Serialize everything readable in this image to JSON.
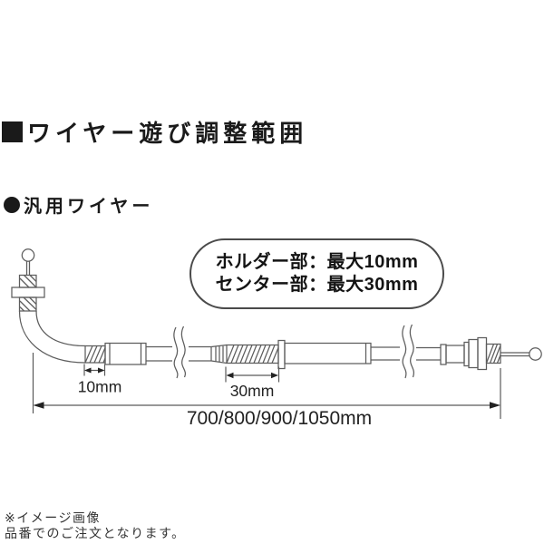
{
  "page": {
    "background": "#ffffff"
  },
  "heading": {
    "bullet": "black-square",
    "text": "ワイヤー遊び調整範囲"
  },
  "sub_heading": {
    "bullet": "black-circle",
    "text": "汎用ワイヤー"
  },
  "callout": {
    "line1": "ホルダー部：最大10mm",
    "line2": "センター部：最大30mm"
  },
  "diagram": {
    "type": "technical-line-drawing",
    "subject": "universal throttle wire with play adjusters, ball ends and break symbols",
    "dimensions": {
      "holder_adjuster": "10mm",
      "center_adjuster": "30mm",
      "overall_lengths": "700/800/900/1050mm"
    },
    "colors": {
      "line": "#5d5d5d",
      "dimension_text": "#222222",
      "arrow": "#222222"
    }
  },
  "footnotes": {
    "line1": "※イメージ画像",
    "line2": "品番でのご注文となります。"
  }
}
